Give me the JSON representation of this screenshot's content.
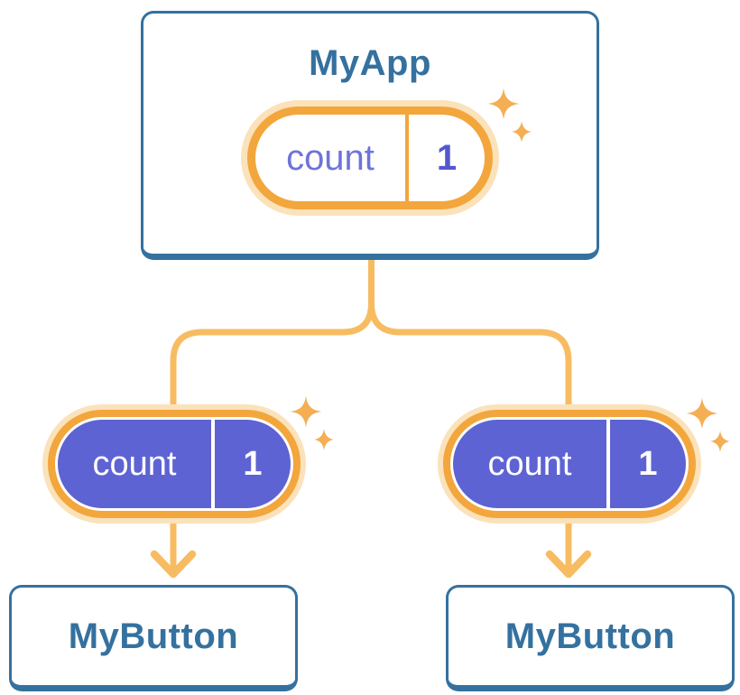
{
  "diagram": {
    "root": {
      "title": "MyApp",
      "state": {
        "name": "count",
        "value": "1"
      }
    },
    "children": [
      {
        "title": "MyButton",
        "state": {
          "name": "count",
          "value": "1"
        }
      },
      {
        "title": "MyButton",
        "state": {
          "name": "count",
          "value": "1"
        }
      }
    ]
  },
  "icons": {
    "sparkle": "sparkle-icon",
    "arrow": "down-arrow-icon"
  },
  "colors": {
    "component_border": "#35719F",
    "component_text": "#35719F",
    "pill_ring_orange": "#F2A63C",
    "pill_halo": "#FBE2BA",
    "pill_fill_indigo": "#5E63D3",
    "state_name_text": "#6F73DA",
    "state_value_text": "#5357CE",
    "state_text_on_fill": "#FFFFFF",
    "connector": "#F7BC62",
    "sparkle": "#F4AE54",
    "background": "#FFFFFF"
  }
}
